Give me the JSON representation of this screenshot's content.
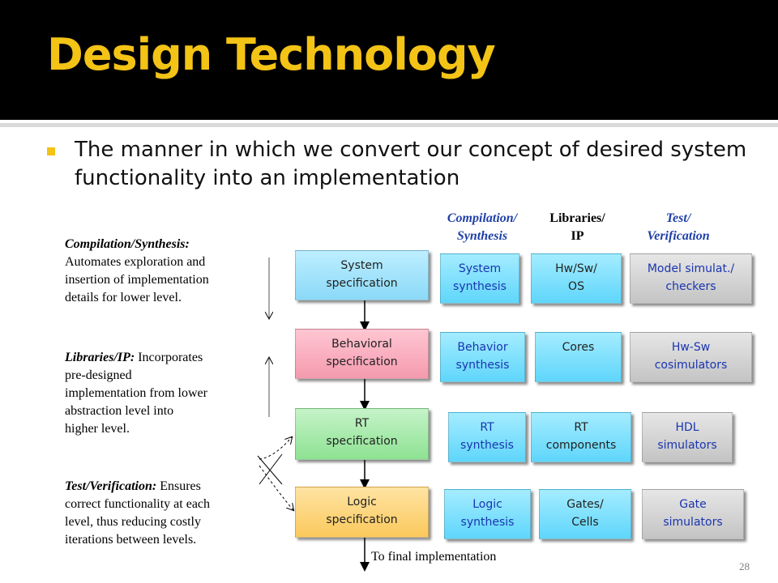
{
  "title": "Design Technology",
  "bullet": "The manner in which we convert our concept of desired system functionality into an implementation",
  "columns": {
    "compilation": [
      "Compilation/",
      "Synthesis"
    ],
    "libraries": [
      "Libraries/",
      "IP"
    ],
    "test": [
      "Test/",
      "Verification"
    ]
  },
  "notes": {
    "compilation": {
      "head": "Compilation/Synthesis:",
      "body": [
        "Automates exploration and",
        "insertion of implementation",
        "details for lower level."
      ]
    },
    "libraries": {
      "head": "Libraries/IP:",
      "first": " Incorporates",
      "body": [
        "pre-designed",
        "implementation from lower",
        "abstraction level into",
        "higher level."
      ]
    },
    "test": {
      "head": "Test/Verification:",
      "first": " Ensures",
      "body": [
        "correct functionality at each",
        "level, thus reducing costly",
        "iterations between levels."
      ]
    }
  },
  "spec": [
    [
      "System",
      "specification"
    ],
    [
      "Behavioral",
      "specification"
    ],
    [
      "RT",
      "specification"
    ],
    [
      "Logic",
      "specification"
    ]
  ],
  "synthesis": [
    [
      "System",
      "synthesis"
    ],
    [
      "Behavior",
      "synthesis"
    ],
    [
      "RT",
      "synthesis"
    ],
    [
      "Logic",
      "synthesis"
    ]
  ],
  "libraries": [
    [
      "Hw/Sw/",
      "OS"
    ],
    [
      "Cores"
    ],
    [
      "RT",
      "components"
    ],
    [
      "Gates/",
      "Cells"
    ]
  ],
  "verification": [
    [
      "Model simulat./",
      "checkers"
    ],
    [
      "Hw-Sw",
      "cosimulators"
    ],
    [
      "HDL",
      "simulators"
    ],
    [
      "Gate",
      "simulators"
    ]
  ],
  "final_label": "To final implementation",
  "page_number": "28",
  "colors": {
    "header_bg": "#000000",
    "title": "#f3c316",
    "bullet_mark": "#f3c316",
    "column_heading": "#1f3fa8"
  }
}
